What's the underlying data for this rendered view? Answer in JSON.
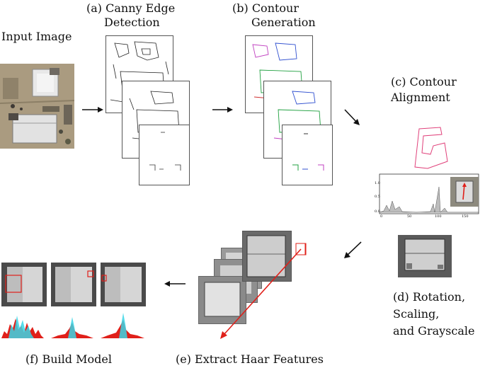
{
  "labels": {
    "input": "Input Image",
    "a_line1": "(a) Canny Edge",
    "a_line2": "Detection",
    "b_line1": "(b) Contour",
    "b_line2": "Generation",
    "c_line1": "(c) Contour",
    "c_line2": "Alignment",
    "d_line1": "(d) Rotation,",
    "d_line2": "Scaling,",
    "d_line3": "and Grayscale",
    "e": "(e) Extract Haar Features",
    "f": "(f) Build Model"
  },
  "plot": {
    "y_ticks": [
      "1.0",
      "0.5",
      "0.0"
    ],
    "x_ticks": [
      "0",
      "50",
      "100",
      "150"
    ]
  },
  "colors": {
    "arrow": "#111111",
    "haar_box": "#e0201a",
    "hist_red": "#e0201a",
    "hist_cyan": "#39d6e6",
    "contour_pink": "#e0407a",
    "satellite_ground": "#b3a185"
  }
}
